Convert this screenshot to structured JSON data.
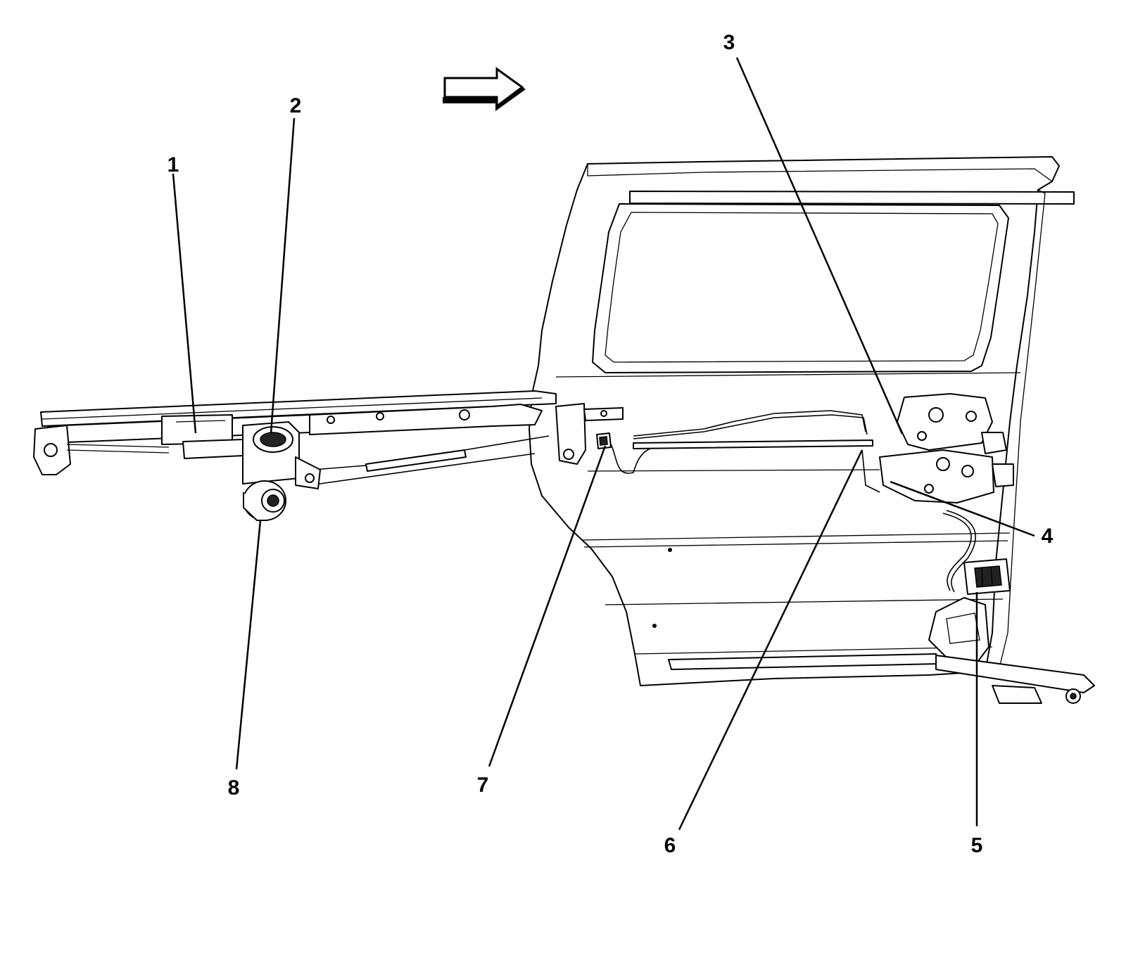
{
  "callouts": [
    {
      "label": "1"
    },
    {
      "label": "2"
    },
    {
      "label": "3"
    },
    {
      "label": "4"
    },
    {
      "label": "5"
    },
    {
      "label": "6"
    },
    {
      "label": "7"
    },
    {
      "label": "8"
    }
  ],
  "icons": {
    "direction": "forward-arrow-icon"
  },
  "colors": {
    "line": "#000000",
    "background": "#ffffff"
  }
}
